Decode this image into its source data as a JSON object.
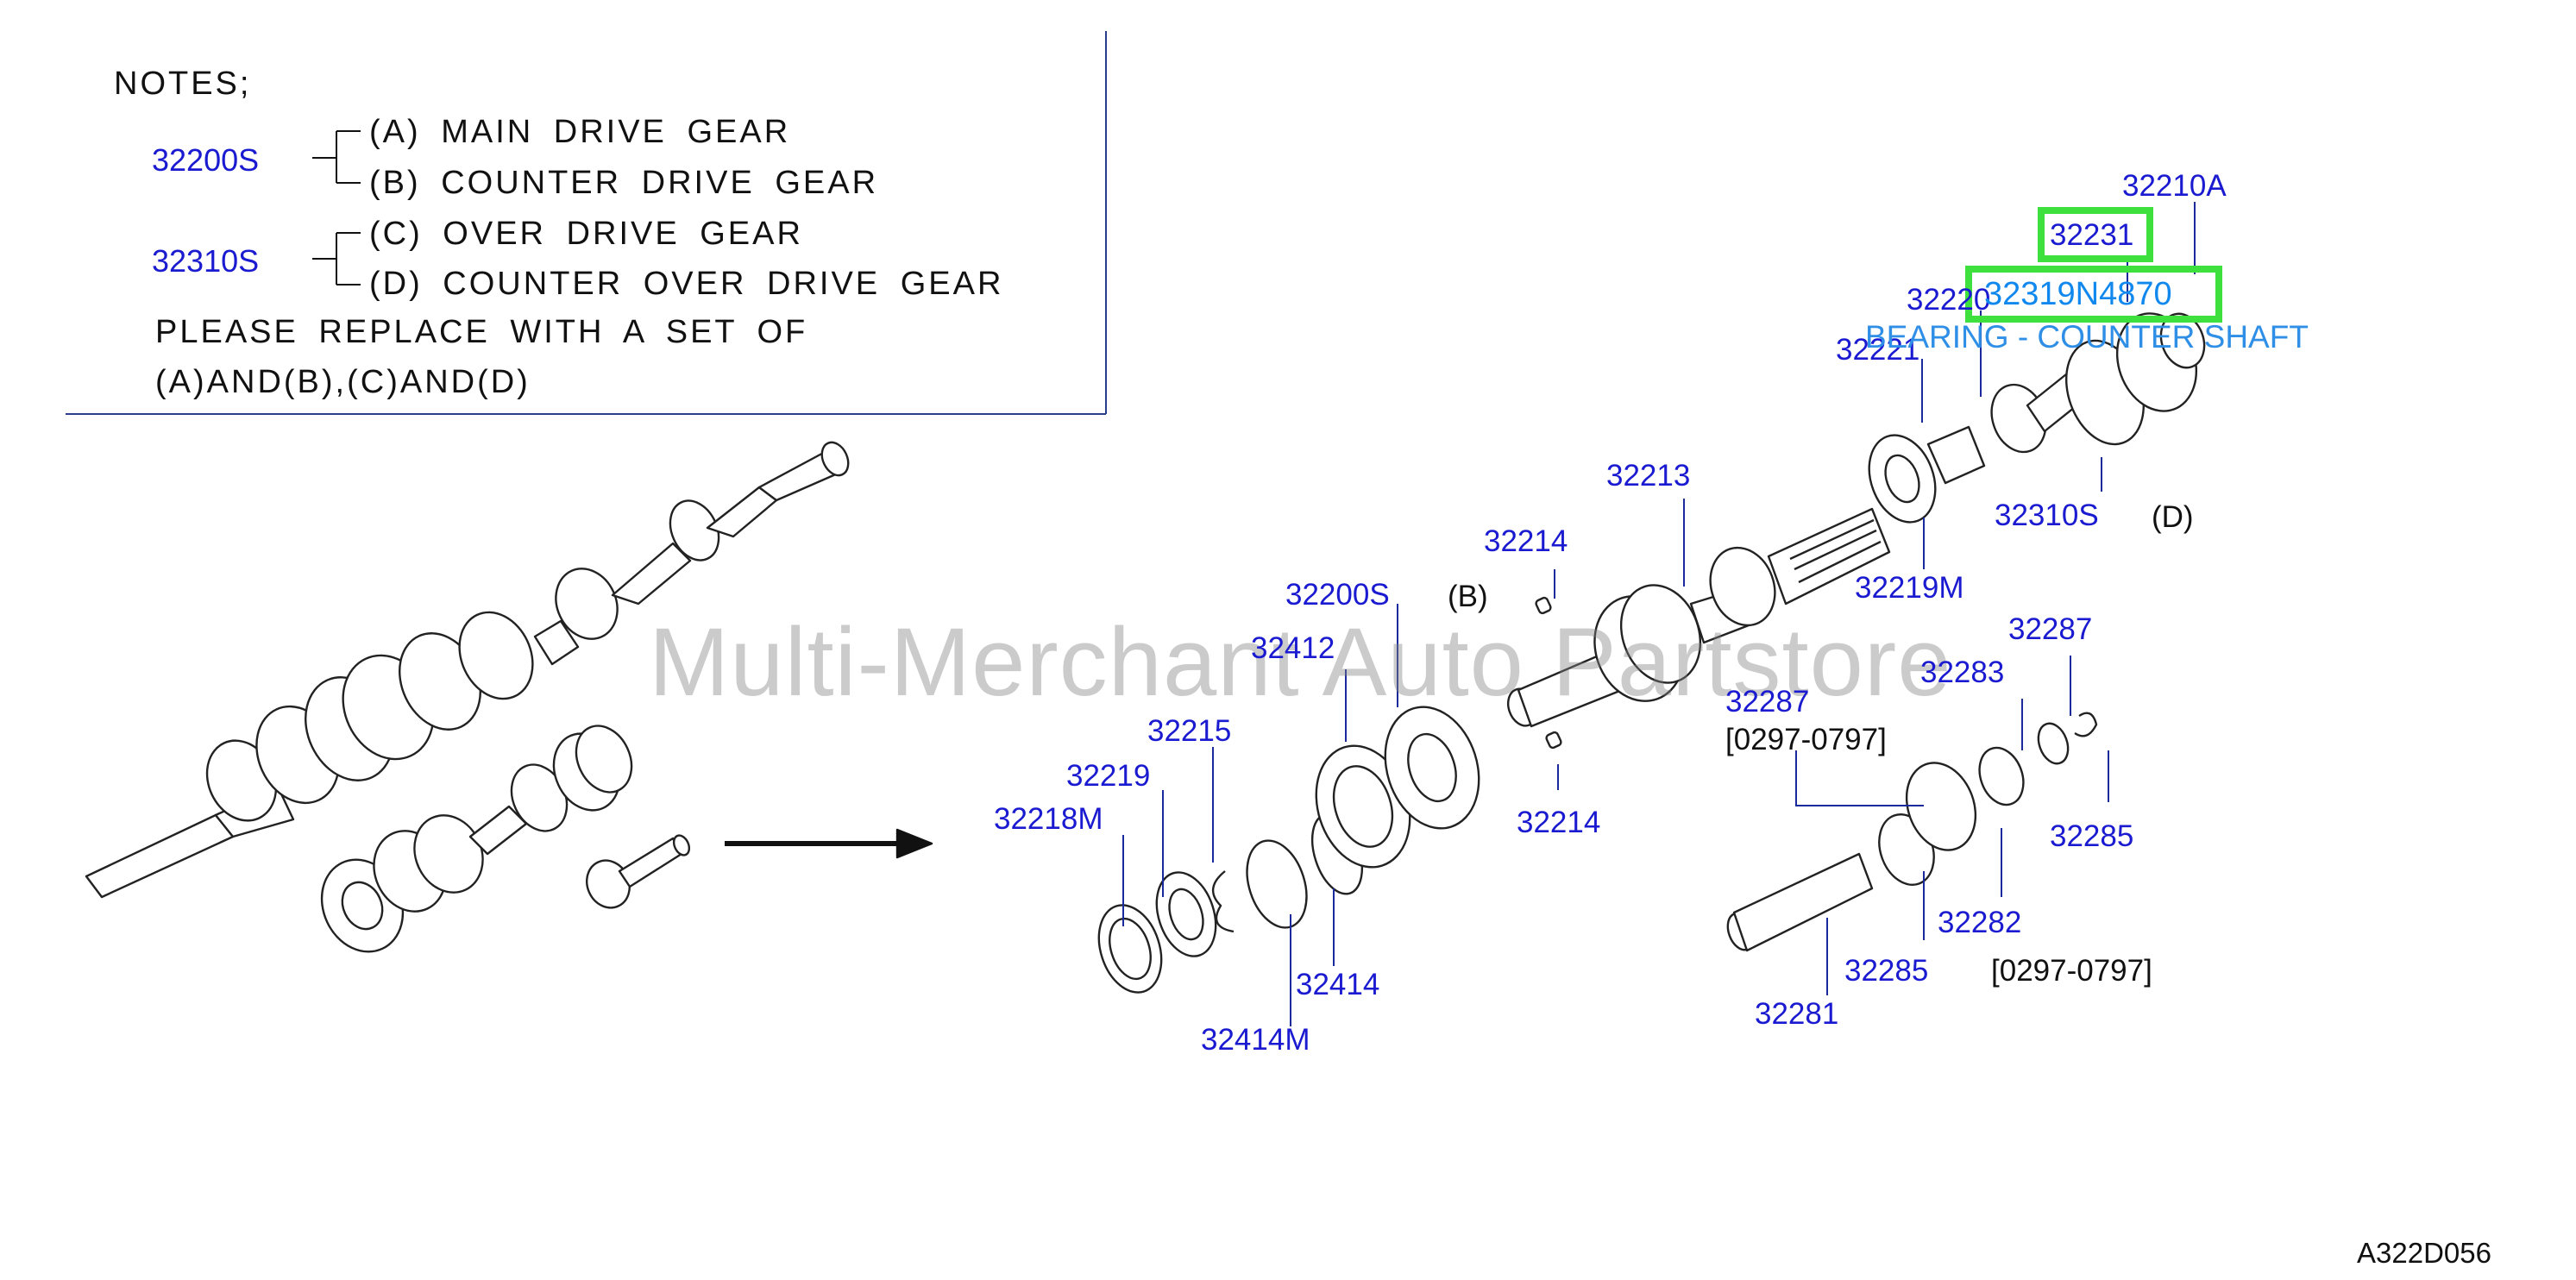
{
  "notes": {
    "heading": "NOTES;",
    "sets": [
      {
        "code": "32200S",
        "lines": [
          "(A)  MAIN  DRIVE  GEAR",
          "(B)  COUNTER  DRIVE  GEAR"
        ]
      },
      {
        "code": "32310S",
        "lines": [
          "(C)  OVER  DRIVE  GEAR",
          "(D)  COUNTER  OVER  DRIVE  GEAR"
        ]
      }
    ],
    "replace_line1": "PLEASE  REPLACE  WITH  A  SET  OF",
    "replace_line2": "(A)AND(B),(C)AND(D)"
  },
  "callouts": {
    "p32210A": "32210A",
    "p32231": "32231",
    "p32220": "32220",
    "p32221": "32221",
    "p32213": "32213",
    "p32214_top": "32214",
    "p32214_bot": "32214",
    "p32200S": "32200S",
    "label_B": "(B)",
    "p32412": "32412",
    "p32215": "32215",
    "p32219": "32219",
    "p32218M": "32218M",
    "p32414": "32414",
    "p32414M": "32414M",
    "p32219M": "32219M",
    "p32310S": "32310S",
    "label_D": "(D)",
    "p32287_top": "32287",
    "p32283": "32283",
    "p32287_mid": "32287",
    "range1": "[0297-0797]",
    "p32285_right": "32285",
    "p32282": "32282",
    "p32285_bot": "32285",
    "range2": "[0297-0797]",
    "p32281": "32281"
  },
  "highlight": {
    "part_number": "32319N4870",
    "description": "BEARING - COUNTER SHAFT",
    "box_color": "#3ee03e",
    "text_color": "#1188ee"
  },
  "watermark": "Multi-Merchant Auto Partstore",
  "diagram_code": "A322D056",
  "icons": {
    "arrow": "right-arrow-icon"
  }
}
